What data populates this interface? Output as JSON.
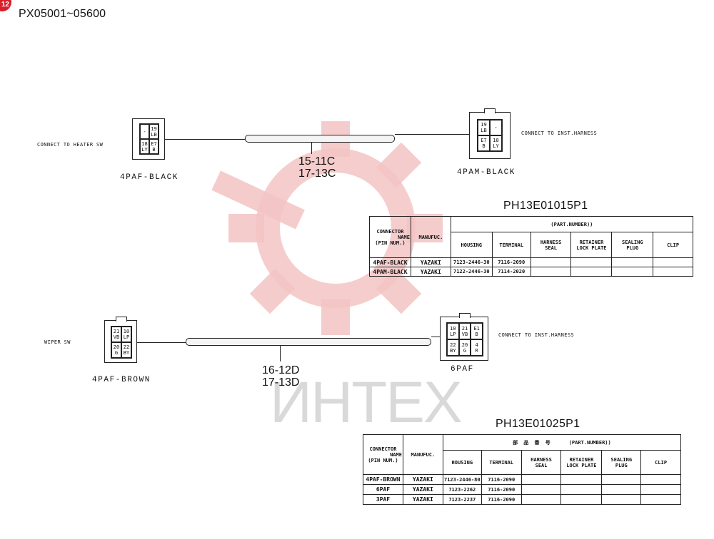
{
  "header": {
    "badge": "12",
    "model_range": "PX05001~05600"
  },
  "watermark": {
    "text": "ИНТЕХ",
    "gear_color": "#f2b4b4",
    "text_color": "#d9d9d9"
  },
  "harness1": {
    "left_side_note": "CONNECT TO HEATER SW",
    "right_side_note": "CONNECT TO INST.HARNESS",
    "left_connector": {
      "name": "4PAF-BLACK",
      "pins": [
        "-",
        "19\nLB",
        "18\nLY",
        "E7\nB"
      ]
    },
    "right_connector": {
      "name": "4PAM-BLACK",
      "pins": [
        "19\nLB",
        "-",
        "E7\nB",
        "18\nLY"
      ]
    },
    "circuits": [
      "15-11C",
      "17-13C"
    ],
    "part_number": "PH13E01015P1",
    "table": {
      "headers": {
        "connector_name": [
          "CONNECTOR",
          "NAME",
          "(PIN NUM.)"
        ],
        "manufacturer": "MANUFUC.",
        "part_number_group": "(PART.NUMBER))",
        "housing": "HOUSING",
        "terminal": "TERMINAL",
        "harness_seal": [
          "HARNESS",
          "SEAL"
        ],
        "retainer": [
          "RETAINER",
          "LOCK PLATE"
        ],
        "sealing_plug": [
          "SEALING",
          "PLUG"
        ],
        "clip": "CLIP"
      },
      "rows": [
        {
          "connector": "4PAF-BLACK",
          "manufacturer": "YAZAKI",
          "housing": "7123-2446-30",
          "terminal": "7116-2090"
        },
        {
          "connector": "4PAM-BLACK",
          "manufacturer": "YAZAKI",
          "housing": "7122-2446-30",
          "terminal": "7114-2020"
        }
      ]
    }
  },
  "harness2": {
    "left_side_note": "WIPER SW",
    "right_side_note": "CONNECT TO INST.HARNESS",
    "left_connector": {
      "name": "4PAF-BROWN",
      "pins": [
        "21\nVB",
        "10\nLP",
        "20\nG",
        "22\nBY"
      ]
    },
    "right_connector": {
      "name": "6PAF",
      "pins": [
        "10\nLP",
        "21\nVB",
        "E1\nB",
        "22\nBY",
        "20\nG",
        "4\nR"
      ]
    },
    "circuits": [
      "16-12D",
      "17-13D"
    ],
    "part_number": "PH13E01025P1",
    "table": {
      "headers": {
        "connector_name": [
          "CONNECTOR",
          "NAME",
          "(PIN NUM.)"
        ],
        "manufacturer": "MANUFUC.",
        "part_number_group_kanji": "部 品 番 号",
        "part_number_group": "(PART.NUMBER))",
        "housing": "HOUSING",
        "terminal": "TERMINAL",
        "harness_seal": [
          "HARNESS",
          "SEAL"
        ],
        "retainer": [
          "RETAINER",
          "LOCK PLATE"
        ],
        "sealing_plug": [
          "SEALING",
          "PLUG"
        ],
        "clip": "CLIP"
      },
      "rows": [
        {
          "connector": "4PAF-BROWN",
          "manufacturer": "YAZAKI",
          "housing": "7123-2446-80",
          "terminal": "7116-2090"
        },
        {
          "connector": "6PAF",
          "manufacturer": "YAZAKI",
          "housing": "7123-2262",
          "terminal": "7116-2090"
        },
        {
          "connector": "3PAF",
          "manufacturer": "YAZAKI",
          "housing": "7123-2237",
          "terminal": "7116-2090"
        }
      ]
    }
  }
}
